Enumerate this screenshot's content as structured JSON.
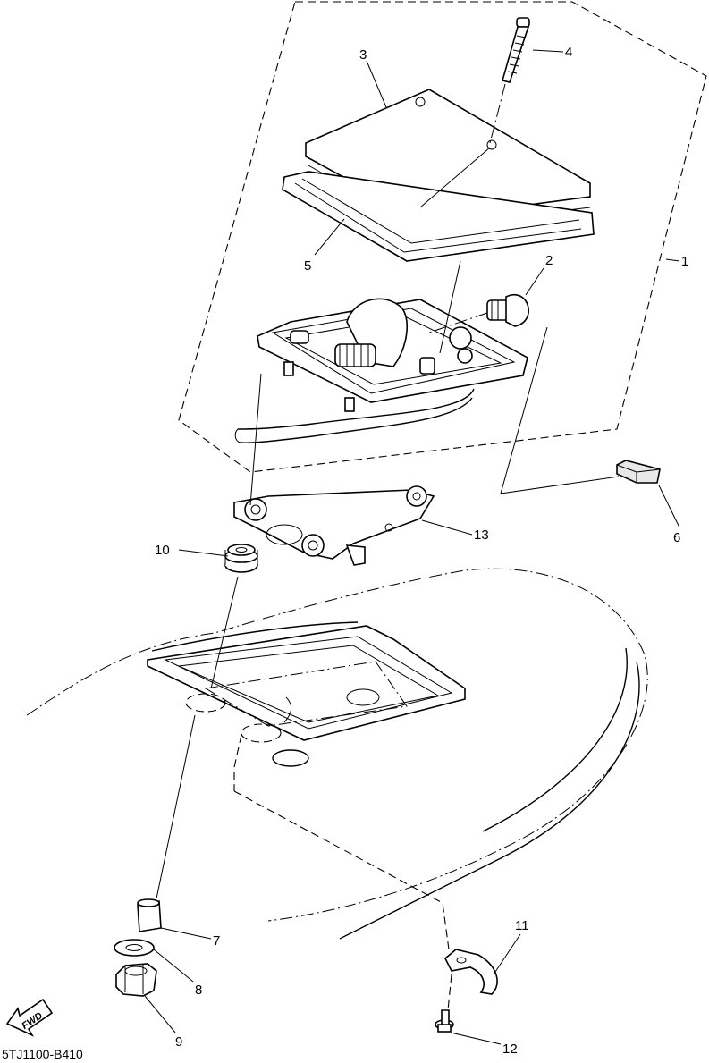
{
  "diagram_code": "5TJ1100-B410",
  "fwd_label": "FWD",
  "callouts": {
    "c1": "1",
    "c2": "2",
    "c3": "3",
    "c4": "4",
    "c5": "5",
    "c6": "6",
    "c7": "7",
    "c8": "8",
    "c9": "9",
    "c10": "10",
    "c11": "11",
    "c12": "12",
    "c13": "13"
  }
}
